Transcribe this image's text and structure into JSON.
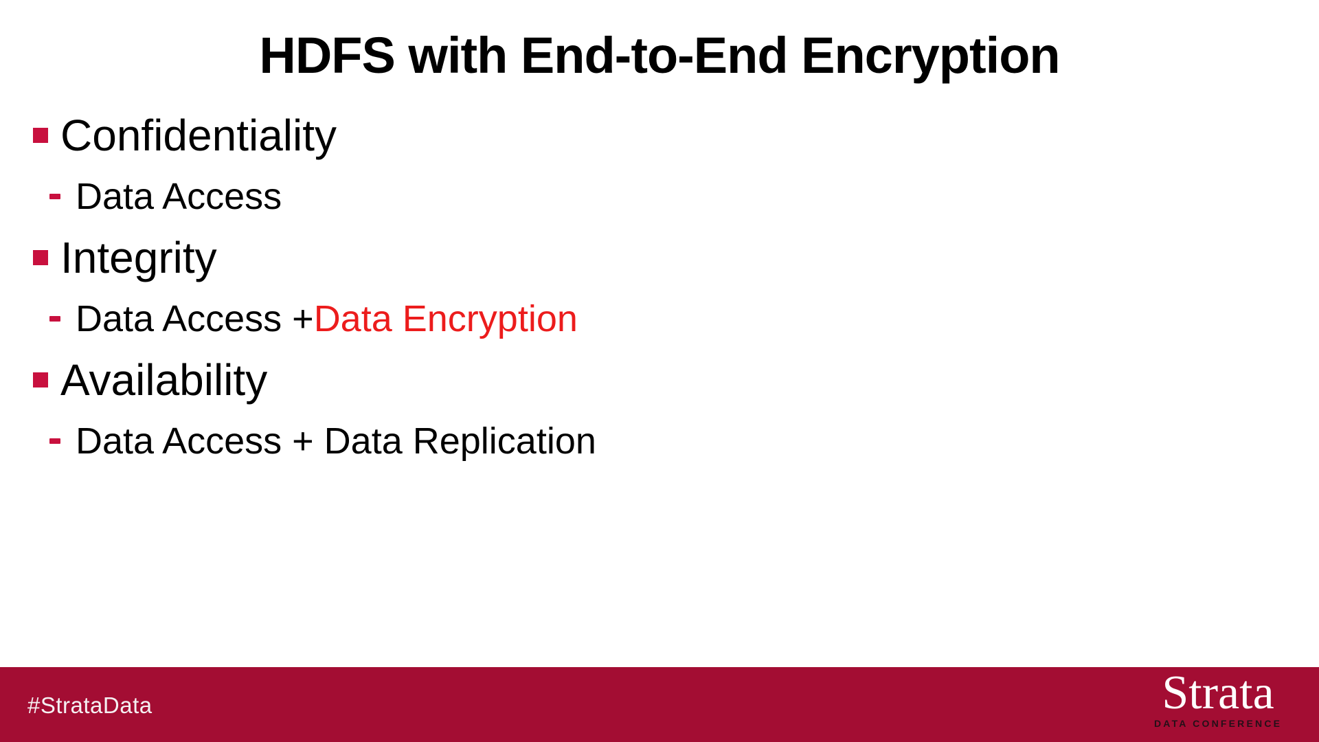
{
  "slide": {
    "title": "HDFS with End-to-End Encryption",
    "bullets": [
      {
        "level": 1,
        "text": "Confidentiality"
      },
      {
        "level": 2,
        "segments": [
          {
            "text": "Data Access",
            "style": "normal"
          }
        ]
      },
      {
        "level": 1,
        "text": "Integrity"
      },
      {
        "level": 2,
        "segments": [
          {
            "text": "Data Access + ",
            "style": "normal"
          },
          {
            "text": "Data Encryption",
            "style": "highlight"
          }
        ]
      },
      {
        "level": 1,
        "text": "Availability"
      },
      {
        "level": 2,
        "segments": [
          {
            "text": "Data Access + Data Replication",
            "style": "normal"
          }
        ]
      }
    ]
  },
  "footer": {
    "hashtag": "#StrataData",
    "logo": {
      "primary": "Strata",
      "secondary": "DATA CONFERENCE"
    }
  },
  "colors": {
    "crimson": "#C8103E",
    "highlight-red": "#EC1C1C",
    "footer-red": "#A30D33",
    "text-black": "#000000",
    "footer-text": "#F5F0F2",
    "logo-dark": "#241018"
  }
}
